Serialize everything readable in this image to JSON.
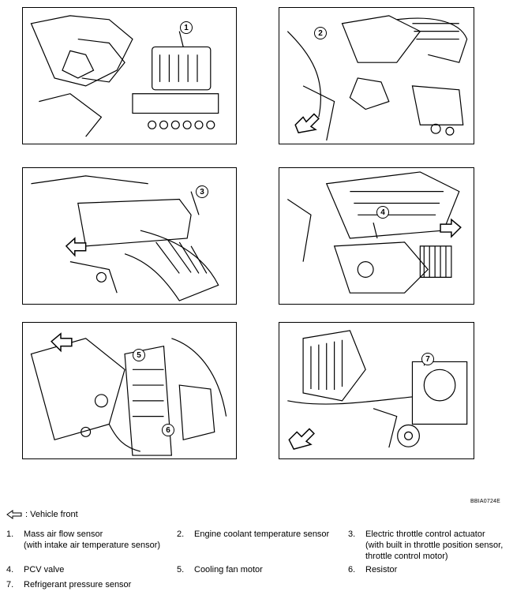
{
  "figure_code": "BBIA0724E",
  "vehicle_front_legend": ": Vehicle front",
  "callouts": [
    "1",
    "2",
    "3",
    "4",
    "5",
    "6",
    "7"
  ],
  "items": [
    {
      "num": "1.",
      "lines": [
        "Mass air flow sensor",
        "(with intake air temperature sensor)"
      ]
    },
    {
      "num": "2.",
      "lines": [
        "Engine coolant temperature sensor"
      ]
    },
    {
      "num": "3.",
      "lines": [
        "Electric throttle control actuator",
        "(with built in throttle position sensor,",
        "throttle control motor)"
      ]
    },
    {
      "num": "4.",
      "lines": [
        "PCV valve"
      ]
    },
    {
      "num": "5.",
      "lines": [
        "Cooling fan motor"
      ]
    },
    {
      "num": "6.",
      "lines": [
        "Resistor"
      ]
    },
    {
      "num": "7.",
      "lines": [
        "Refrigerant pressure sensor"
      ]
    }
  ],
  "icons": {
    "front_arrow": "vehicle-front-arrow-icon"
  }
}
